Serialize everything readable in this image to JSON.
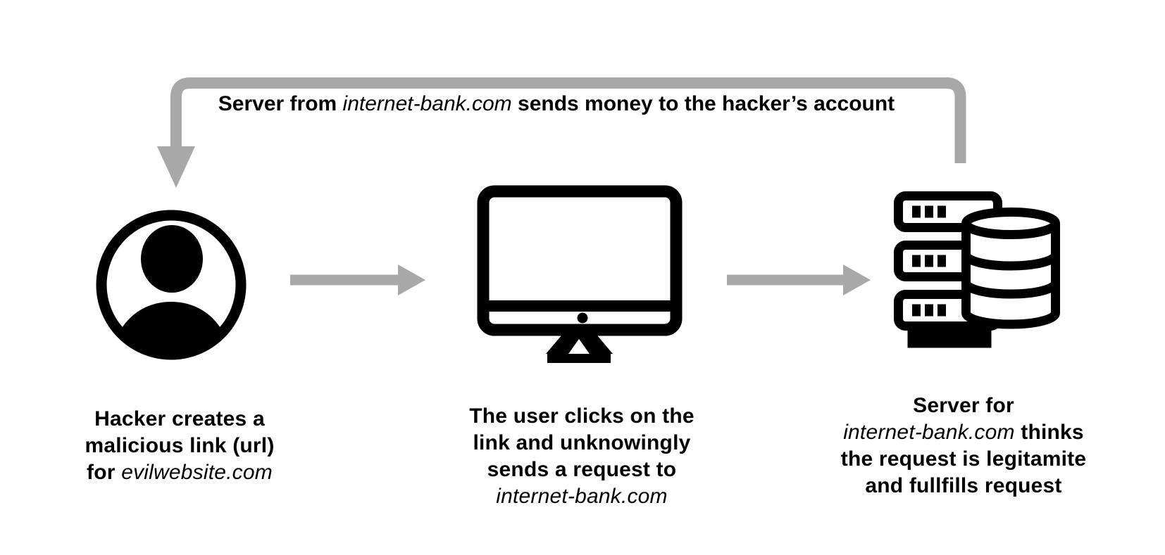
{
  "colors": {
    "background": "#ffffff",
    "ink": "#000000",
    "arrow_gray": "#a8a8a8"
  },
  "banner": {
    "prefix": "Server from ",
    "domain": "internet-bank.com",
    "suffix": " sends money to the hacker’s account"
  },
  "icons": {
    "hacker": "user-circle-icon",
    "user_computer": "desktop-monitor-icon",
    "bank_server": "server-database-icon",
    "flow": "arrow-right-icon",
    "return_flow": "arrow-return-icon"
  },
  "captions": {
    "hacker": {
      "line1": "Hacker creates a",
      "line2": "malicious link (url)",
      "line3_prefix": "for ",
      "line3_domain": "evilwebsite.com"
    },
    "user": {
      "line1": "The user clicks on the",
      "line2": "link and unknowingly",
      "line3": "sends a request to",
      "line4_domain": "internet-bank.com"
    },
    "server": {
      "line1": "Server for",
      "line2_domain": "internet-bank.com",
      "line2_suffix": " thinks",
      "line3": "the request is legitamite",
      "line4": "and fullfills request"
    }
  }
}
